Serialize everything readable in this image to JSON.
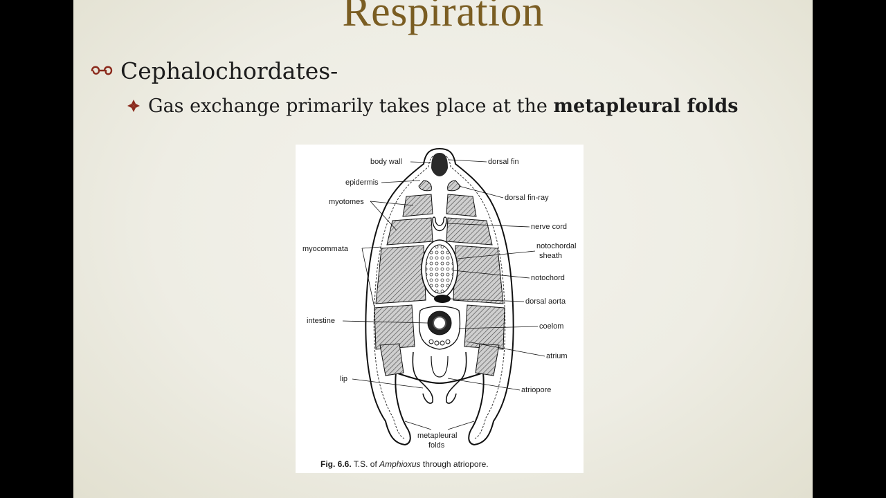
{
  "slide": {
    "title": "Respiration",
    "bullet1": "Cephalochordates-",
    "bullet2_text": "Gas exchange primarily takes place at the ",
    "bullet2_bold": "metapleural folds"
  },
  "figure": {
    "labels": {
      "body_wall": "body wall",
      "dorsal_fin": "dorsal fin",
      "epidermis": "epidermis",
      "dorsal_fin_ray": "dorsal fin-ray",
      "myotomes": "myotomes",
      "nerve_cord": "nerve cord",
      "myocommata": "myocommata",
      "notochordal_1": "notochordal",
      "notochordal_2": "sheath",
      "notochord": "notochord",
      "dorsal_aorta": "dorsal aorta",
      "intestine": "intestine",
      "coelom": "coelom",
      "atrium": "atrium",
      "lip": "lip",
      "atriopore": "atriopore",
      "metapleural_1": "metapleural",
      "metapleural_2": "folds"
    },
    "caption": {
      "fig": "Fig. 6.6.",
      "pre": " T.S. of ",
      "italic": "Amphioxus",
      "post": " through atriopore."
    }
  },
  "colors": {
    "title": "#7a5d22",
    "bullet_icon": "#8b2a1c",
    "text": "#1c1c1c",
    "background": "#efeee6"
  }
}
